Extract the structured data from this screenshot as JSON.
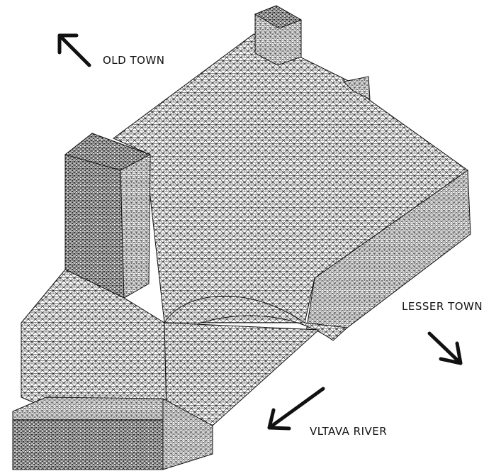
{
  "labels": {
    "old_town": "OLD TOWN",
    "lesser_town": "LESSER TOWN",
    "vltava_river": "VLTAVA RIVER"
  },
  "icons": {
    "old_town_arrow": "arrow-up-left-icon",
    "lesser_town_arrow": "arrow-down-right-icon",
    "river_arrow": "arrow-down-left-icon"
  },
  "colors": {
    "mesh_line": "#111111",
    "mesh_fill": "#ffffff",
    "text": "#111111"
  }
}
